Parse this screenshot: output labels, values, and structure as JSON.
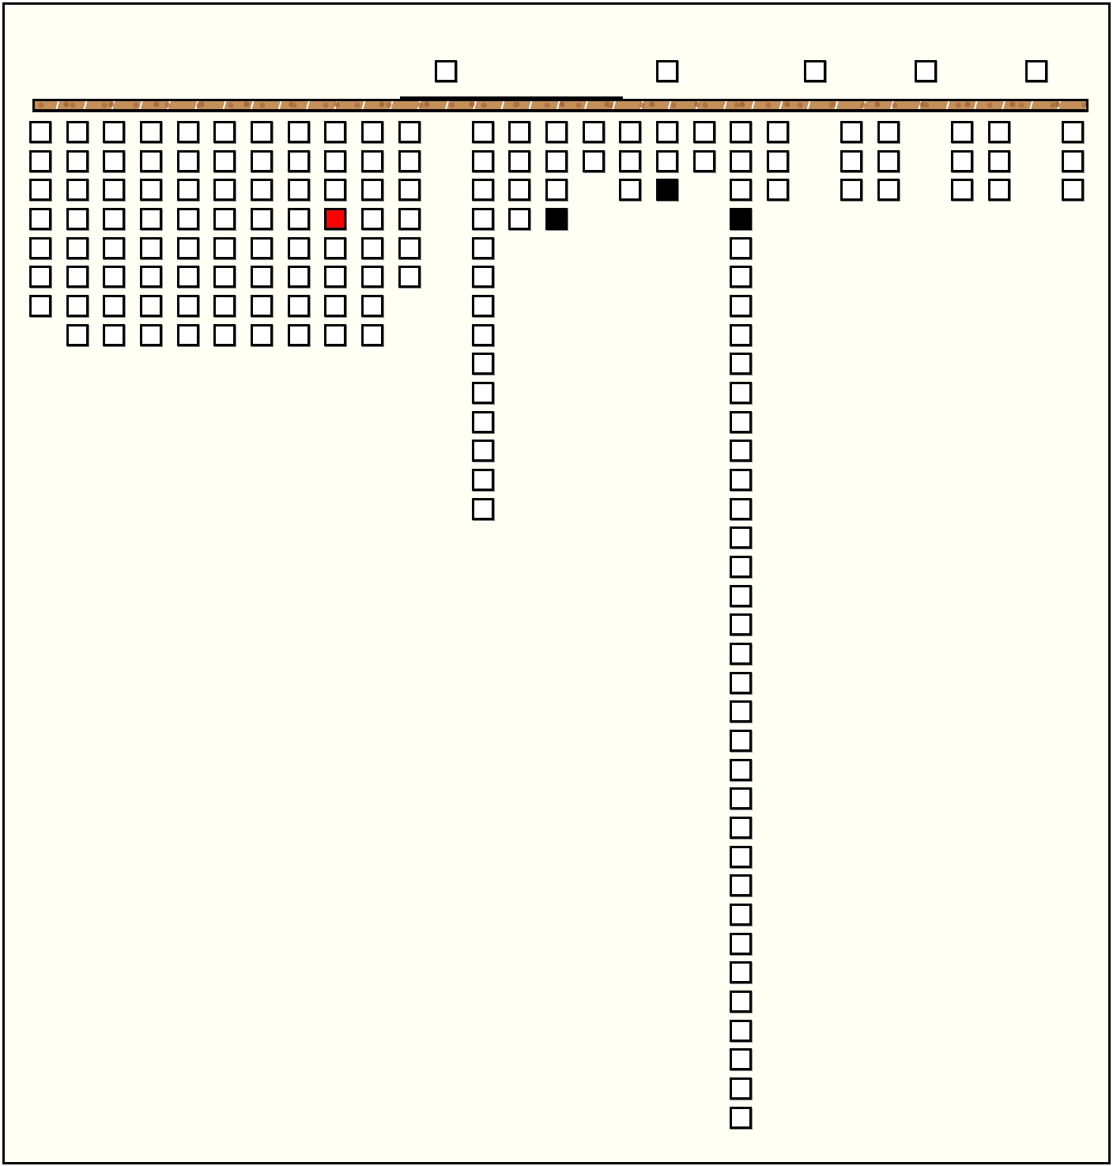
{
  "game": {
    "colors": {
      "background": "#fffff3",
      "empty": "#ffffff",
      "red": "#ff0000",
      "black": "#000000",
      "bar": "#c49058"
    },
    "top_row_columns": [
      11,
      17,
      21,
      24,
      27
    ],
    "columns": [
      "eeeeeee",
      "eeeeeeee",
      "eeeeeeee",
      "eeeeeeee",
      "eeeeeeee",
      "eeeeeeee",
      "eeeeeeee",
      "eeeeeeee",
      "eeereeee",
      "eeeeeeee",
      "eeeeee",
      "",
      "eeeeeeeeeeeeee",
      "eeee",
      "eeeb",
      "ee",
      "eee",
      "eeb",
      "ee",
      "eeebeeeeeeeeeeeeeeeeeeeeeeeeeeeeeee",
      "eee",
      "",
      "eee",
      "eee",
      "",
      "eee",
      "eee",
      "",
      "eee"
    ]
  }
}
